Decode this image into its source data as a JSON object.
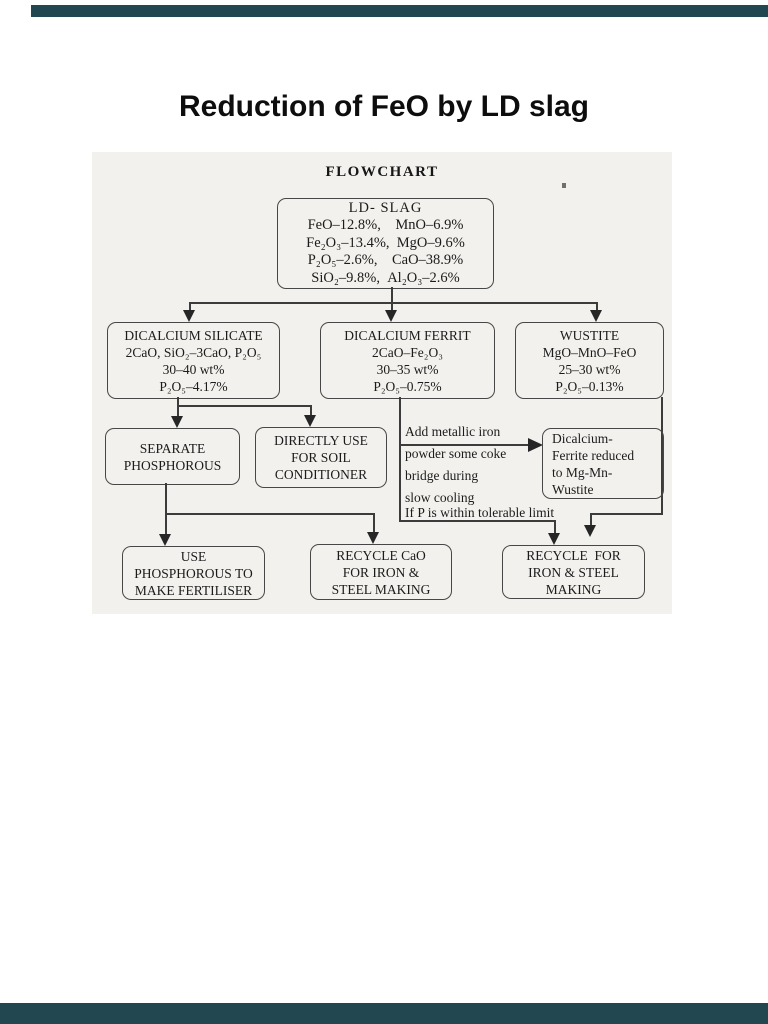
{
  "chrome": {
    "top_bar_color": "#234750",
    "bottom_bar_color": "#234750"
  },
  "page": {
    "title": "Reduction of FeO by LD slag"
  },
  "flowchart": {
    "heading": "FLOWCHART",
    "nodes": {
      "ld_slag": {
        "title": "LD- SLAG",
        "lines": [
          "FeO–12.8%,  MnO–6.9%",
          "Fe₂O₃–13.4%, MgO–9.6%",
          "P₂O₅–2.6%,  CaO–38.9%",
          "SiO₂–9.8%, Al₂O₃–2.6%"
        ]
      },
      "dicalcium_silicate": {
        "lines": [
          "DICALCIUM SILICATE",
          "2CaO, SiO₂–3CaO, P₂O₅",
          "30–40 wt%",
          "P₂O₅–4.17%"
        ]
      },
      "dicalcium_ferrit": {
        "lines": [
          "DICALCIUM FERRIT",
          "2CaO–Fe₂O₃",
          "30–35 wt%",
          "P₂O₅–0.75%"
        ]
      },
      "wustite": {
        "lines": [
          "WUSTITE",
          "MgO–MnO–FeO",
          "25–30 wt%",
          "P₂O₅–0.13%"
        ]
      },
      "separate_phosphorous": {
        "lines": [
          "SEPARATE",
          "PHOSPHOROUS"
        ]
      },
      "soil_conditioner": {
        "lines": [
          "DIRECTLY USE",
          "FOR SOIL",
          "CONDITIONER"
        ]
      },
      "dicalcium_reduced": {
        "lines": [
          "Dicalcium-",
          "Ferrite reduced",
          "to Mg-Mn-",
          "Wustite"
        ]
      },
      "use_phosphorous": {
        "lines": [
          "USE",
          "PHOSPHOROUS TO",
          "MAKE FERTILISER"
        ]
      },
      "recycle_cao": {
        "lines": [
          "RECYCLE CaO",
          "FOR IRON &",
          "STEEL MAKING"
        ]
      },
      "recycle_for": {
        "lines": [
          "RECYCLE FOR",
          "IRON & STEEL",
          "MAKING"
        ]
      }
    },
    "annotations": {
      "add_iron_lines": [
        "Add metallic iron",
        "powder some coke",
        "bridge during",
        "slow cooling"
      ],
      "if_p": "If P is within tolerable limit"
    }
  }
}
